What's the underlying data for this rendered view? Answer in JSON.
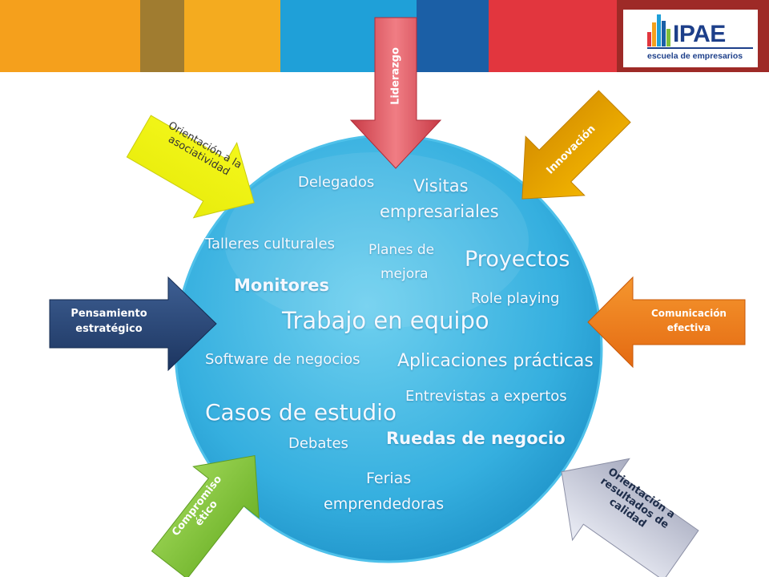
{
  "header": {
    "logo_name": "IPAE",
    "logo_subtitle": "escuela de empresarios",
    "stripe_colors": [
      "#f7a21b",
      "#9a7b2d",
      "#f4a91d",
      "#1e9ad6",
      "#1b62a8",
      "#e2373f",
      "#a52a2a"
    ]
  },
  "circle": {
    "items": {
      "delegados": "Delegados",
      "visitas_1": "Visitas",
      "visitas_2": "empresariales",
      "talleres": "Talleres culturales",
      "planes_1": "Planes de",
      "planes_2": "mejora",
      "proyectos": "Proyectos",
      "monitores": "Monitores",
      "role_playing": "Role playing",
      "trabajo": "Trabajo en equipo",
      "software": "Software de negocios",
      "aplicaciones": "Aplicaciones prácticas",
      "entrevistas": "Entrevistas a expertos",
      "casos": "Casos de estudio",
      "ruedas": "Ruedas de negocio",
      "debates": "Debates",
      "ferias_1": "Ferias",
      "ferias_2": "emprendedoras"
    }
  },
  "arrows": {
    "liderazgo": "Liderazgo",
    "asociatividad_1": "Orientación a la",
    "asociatividad_2": "asociatividad",
    "innovacion": "Innovación",
    "pensamiento_1": "Pensamiento",
    "pensamiento_2": "estratégico",
    "comunicacion_1": "Comunicación",
    "comunicacion_2": "efectiva",
    "compromiso_1": "Compromiso",
    "compromiso_2": "ético",
    "resultados_1": "Orientación a",
    "resultados_2": "resultados de",
    "resultados_3": "calidad"
  }
}
